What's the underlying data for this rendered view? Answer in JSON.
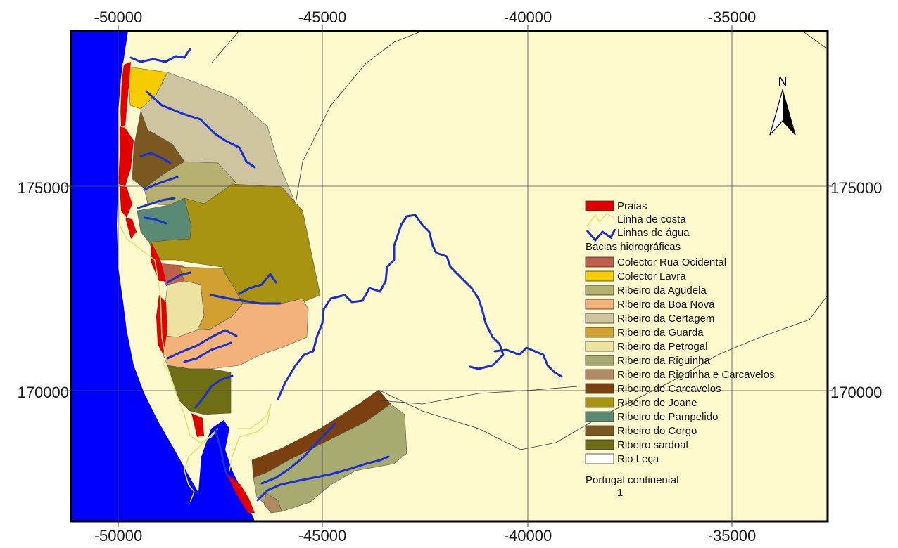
{
  "axes": {
    "top": [
      "-50000",
      "-45000",
      "-40000",
      "-35000"
    ],
    "bottom": [
      "-50000",
      "-45000",
      "-40000",
      "-35000"
    ],
    "left": [
      "175000",
      "170000"
    ],
    "right": [
      "175000",
      "170000"
    ]
  },
  "north_arrow": {
    "label": "N"
  },
  "legend": {
    "praias": "Praias",
    "linha_costa": "Linha de costa",
    "linhas_agua": "Linhas de água",
    "bacias_title": "Bacias hidrográficas",
    "bacias": [
      {
        "label": "Colector  Rua Ocidental",
        "color": "#c0604a"
      },
      {
        "label": "Colector Lavra",
        "color": "#f5cc00"
      },
      {
        "label": "Ribeiro da Agudela",
        "color": "#b5b070"
      },
      {
        "label": "Ribeiro da Boa Nova",
        "color": "#f2b27a"
      },
      {
        "label": "Ribeiro da Certagem",
        "color": "#cfc4a0"
      },
      {
        "label": "Ribeiro da Guarda",
        "color": "#d1a030"
      },
      {
        "label": "Ribeiro da Petrogal",
        "color": "#ede2a0"
      },
      {
        "label": "Ribeiro da Riguinha",
        "color": "#a8ab70"
      },
      {
        "label": "Ribeiro da Riguinha e Carcavelos",
        "color": "#b08a60"
      },
      {
        "label": "Ribeiro de Carcavelos",
        "color": "#7a4010"
      },
      {
        "label": "Ribeiro de Joane",
        "color": "#a89410"
      },
      {
        "label": "Ribeiro de Pampelido",
        "color": "#5a8a74"
      },
      {
        "label": "Ribeiro do Corgo",
        "color": "#7a5820"
      },
      {
        "label": "Ribeiro sardoal",
        "color": "#6e6e14"
      },
      {
        "label": "Rio Leça",
        "color": "#ffffff"
      }
    ],
    "portugal_title": "Portugal continental",
    "portugal_value": "1"
  },
  "colors": {
    "sea": "#0000ff",
    "land": "#fffacd",
    "beach": "#e00000",
    "river": "#1a2fd0",
    "coastline": "#d8e870"
  }
}
